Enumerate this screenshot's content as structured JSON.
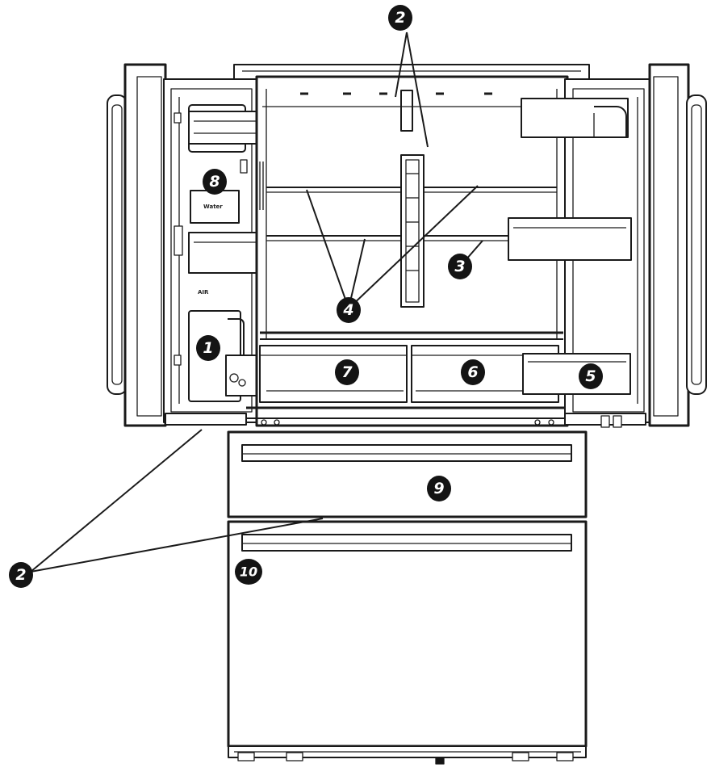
{
  "diagram": {
    "callouts": [
      {
        "id": "c1",
        "label": "1"
      },
      {
        "id": "c2-top",
        "label": "2"
      },
      {
        "id": "c2-left",
        "label": "2"
      },
      {
        "id": "c3",
        "label": "3"
      },
      {
        "id": "c4",
        "label": "4"
      },
      {
        "id": "c5",
        "label": "5"
      },
      {
        "id": "c6",
        "label": "6"
      },
      {
        "id": "c7",
        "label": "7"
      },
      {
        "id": "c8",
        "label": "8"
      },
      {
        "id": "c9",
        "label": "9"
      },
      {
        "id": "c10",
        "label": "10"
      }
    ],
    "door_labels": {
      "water": "Water",
      "air": "AIR"
    }
  }
}
